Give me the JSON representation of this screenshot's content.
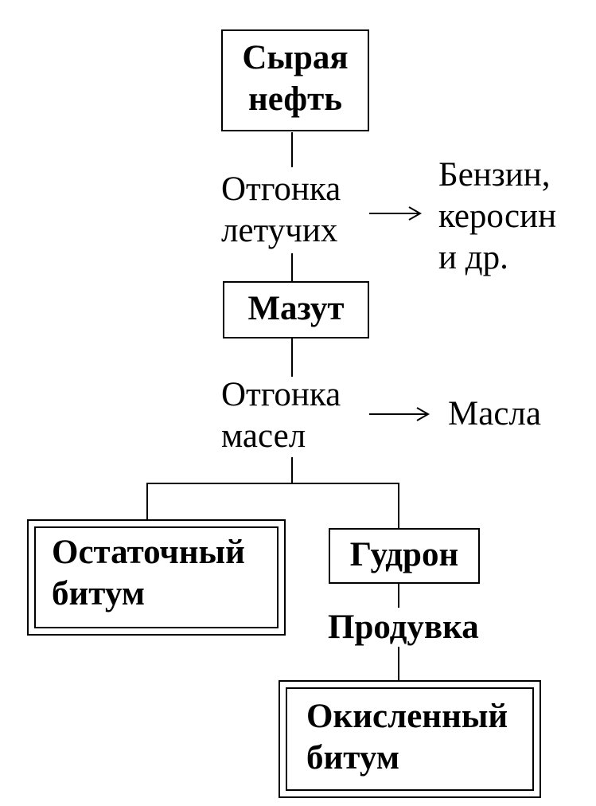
{
  "nodes": {
    "crude_oil": [
      "Сырая",
      "нефть"
    ],
    "distill_volatiles": [
      "Отгонка",
      "летучих"
    ],
    "volatile_products": [
      "Бензин,",
      "керосин",
      "и др."
    ],
    "fuel_oil": "Мазут",
    "distill_oils": [
      "Отгонка",
      "масел"
    ],
    "oils": "Масла",
    "residual_bitumen": [
      "Остаточный",
      "битум"
    ],
    "tar": "Гудрон",
    "blowing": "Продувка",
    "oxidized_bitumen": [
      "Окисленный",
      "битум"
    ]
  }
}
